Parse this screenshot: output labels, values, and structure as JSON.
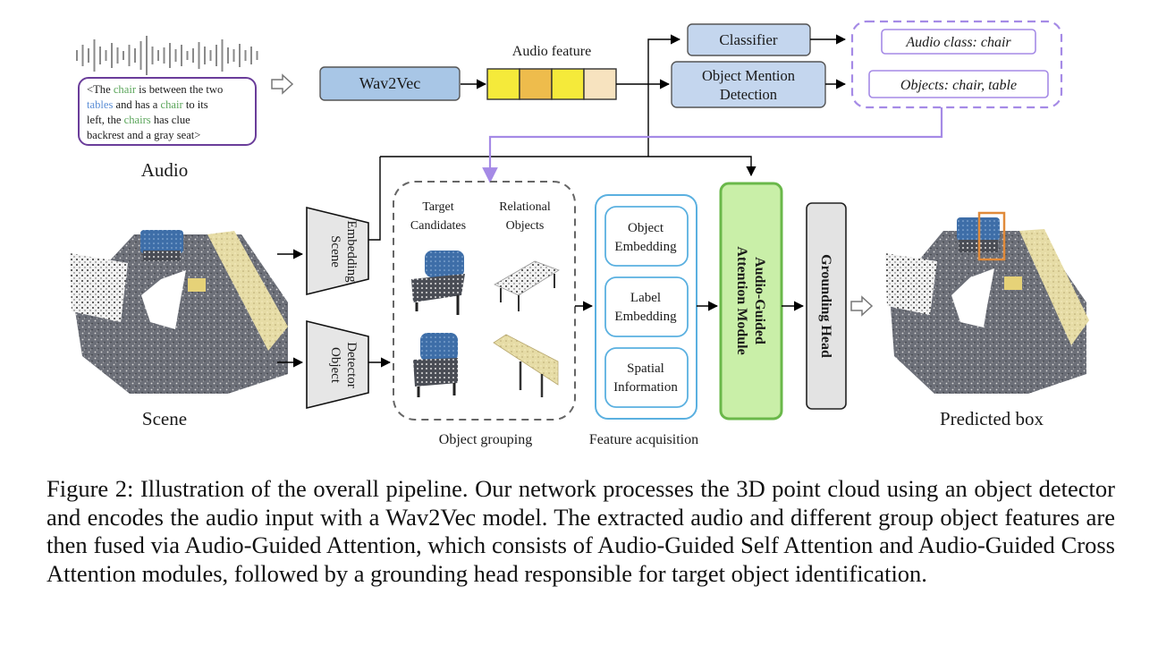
{
  "audio": {
    "label": "Audio",
    "transcript_lines": [
      [
        {
          "t": "<The "
        },
        {
          "t": "chair",
          "c": "green"
        },
        {
          "t": " is between the two"
        }
      ],
      [
        {
          "t": "tables",
          "c": "blue"
        },
        {
          "t": " and has a "
        },
        {
          "t": "chair",
          "c": "green"
        },
        {
          "t": " to its"
        }
      ],
      [
        {
          "t": "left,  the  "
        },
        {
          "t": "chairs",
          "c": "green"
        },
        {
          "t": "  has  clue"
        }
      ],
      [
        {
          "t": "backrest and a gray seat>"
        }
      ]
    ]
  },
  "wav2vec": "Wav2Vec",
  "audio_feature": "Audio feature",
  "classifier": "Classifier",
  "omd": [
    "Object Mention",
    "Detection"
  ],
  "outputs": {
    "audio_class": "Audio class: chair",
    "objects": "Objects: chair,  table"
  },
  "scene_embedding": [
    "Scene",
    "Embedding"
  ],
  "object_detector": [
    "Object",
    "Detector"
  ],
  "grouping": {
    "target": [
      "Target",
      "Candidates"
    ],
    "relational": [
      "Relational",
      "Objects"
    ],
    "label": "Object grouping"
  },
  "features": {
    "object": [
      "Object",
      "Embedding"
    ],
    "label_emb": [
      "Label",
      "Embedding"
    ],
    "spatial": [
      "Spatial",
      "Information"
    ],
    "label": "Feature acquisition"
  },
  "agam": [
    "Audio-Guided",
    "Attention Module"
  ],
  "grounding": "Grounding Head",
  "scene_label": "Scene",
  "predicted_label": "Predicted box",
  "caption": "Figure 2: Illustration of the overall pipeline. Our network processes the 3D point cloud using an object detector and encodes the audio input with a Wav2Vec model. The extracted audio and different group object features are then fused via Audio-Guided Attention, which consists of Audio-Guided Self Attention and Audio-Guided Cross Attention modules, followed by a grounding head responsible for target object identification.",
  "colors": {
    "green_text": "#5aa55a",
    "blue_text": "#5b8ed6",
    "purple": "#6a3d9a",
    "lavender": "#a58ae6",
    "wav2vec_fill": "#a8c6e6",
    "agam_fill": "#c9efa8",
    "agam_stroke": "#6ab84a",
    "feature_stroke": "#5ab0e0",
    "grounding_fill": "#e3e3e3",
    "audio_cells": [
      "#f5ea3a",
      "#eebc4c",
      "#f5ea3a",
      "#f7e3bf"
    ]
  }
}
